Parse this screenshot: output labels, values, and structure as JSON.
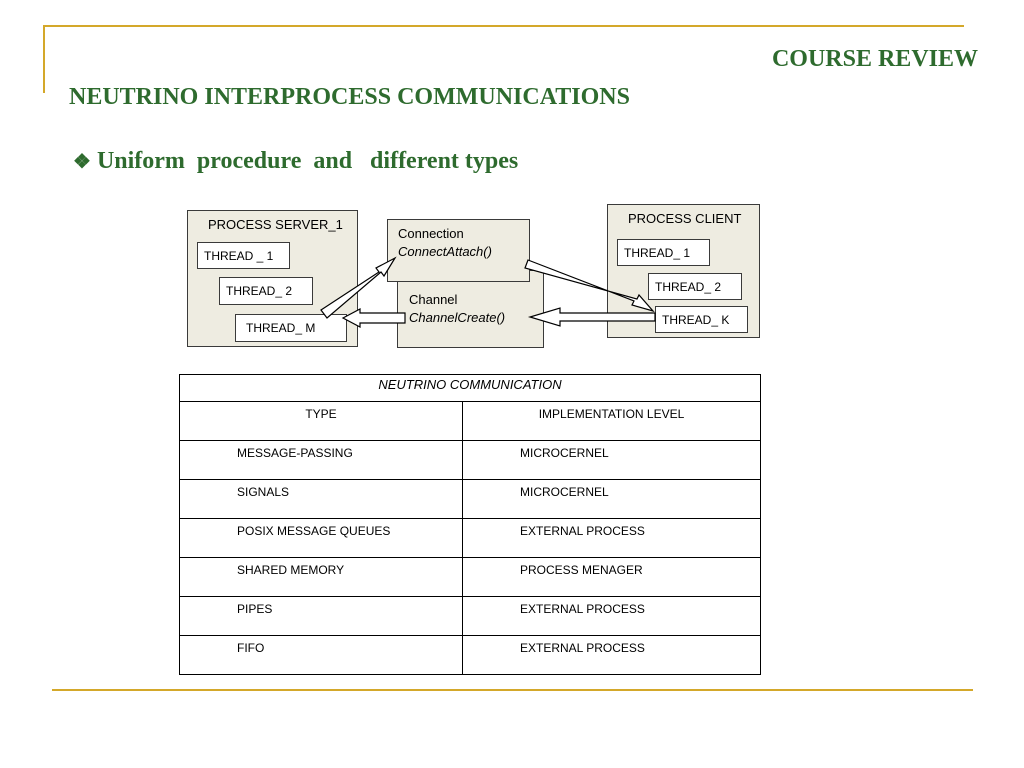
{
  "header": {
    "section": "COURSE REVIEW",
    "title": "NEUTRINO INTERPROCESS COMMUNICATIONS"
  },
  "bullet": {
    "mark": "❖",
    "text": "Uniform  procedure  and   different types"
  },
  "diagram": {
    "server": {
      "label": "PROCESS  SERVER_1",
      "threads": [
        "THREAD _ 1",
        "THREAD_ 2",
        "THREAD_ M"
      ]
    },
    "middle": {
      "connection_label": "Connection",
      "connection_func": "ConnectAttach()",
      "channel_label": "Channel",
      "channel_func": "ChannelCreate()"
    },
    "client": {
      "label": "PROCESS  CLIENT",
      "threads": [
        "THREAD_ 1",
        "THREAD_ 2",
        "THREAD_ K"
      ]
    }
  },
  "table": {
    "caption": "NEUTRINO COMMUNICATION",
    "columns": [
      "TYPE",
      "IMPLEMENTATION LEVEL"
    ],
    "rows": [
      [
        "MESSAGE-PASSING",
        "MICROCERNEL"
      ],
      [
        "SIGNALS",
        "MICROCERNEL"
      ],
      [
        "POSIX MESSAGE QUEUES",
        "EXTERNAL PROCESS"
      ],
      [
        "SHARED MEMORY",
        "PROCESS MENAGER"
      ],
      [
        "PIPES",
        "EXTERNAL PROCESS"
      ],
      [
        "FIFO",
        "EXTERNAL PROCESS"
      ]
    ]
  },
  "colors": {
    "accent_gold": "#d4a82a",
    "title_green": "#2e6b2e",
    "box_fill": "#eeece1"
  }
}
